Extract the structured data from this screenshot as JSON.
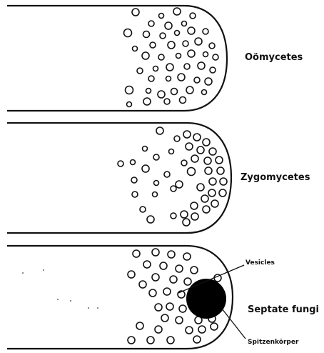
{
  "panels": [
    {
      "group": "Oömycetes"
    },
    {
      "group": "Zygomycetes"
    },
    {
      "group": "Septate fungi"
    }
  ],
  "callouts": {
    "vesicles": "Vesicles",
    "spitzenkorper": "Spitzenkörper"
  },
  "colors": {
    "outline": "#111111",
    "background": "#ffffff",
    "body": "#000000"
  }
}
